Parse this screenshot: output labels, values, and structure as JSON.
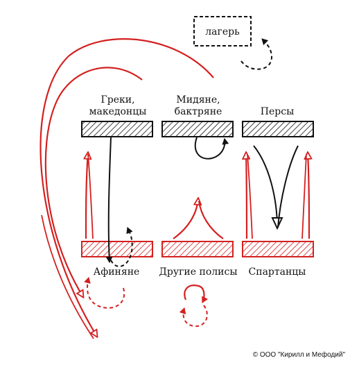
{
  "camp_label": "лагерь",
  "groups": {
    "greeks": "Греки,",
    "greeks_line2": "македонцы",
    "medes": "Мидяне,",
    "medes_line2": "бактряне",
    "persians": "Персы"
  },
  "poleis": {
    "athenians": "Афиняне",
    "other": "Другие полисы",
    "spartans": "Спартанцы"
  },
  "copyright": "© ООО \"Кирилл и Мефодий\"",
  "colors": {
    "red": "#d42020",
    "black": "#111111"
  }
}
